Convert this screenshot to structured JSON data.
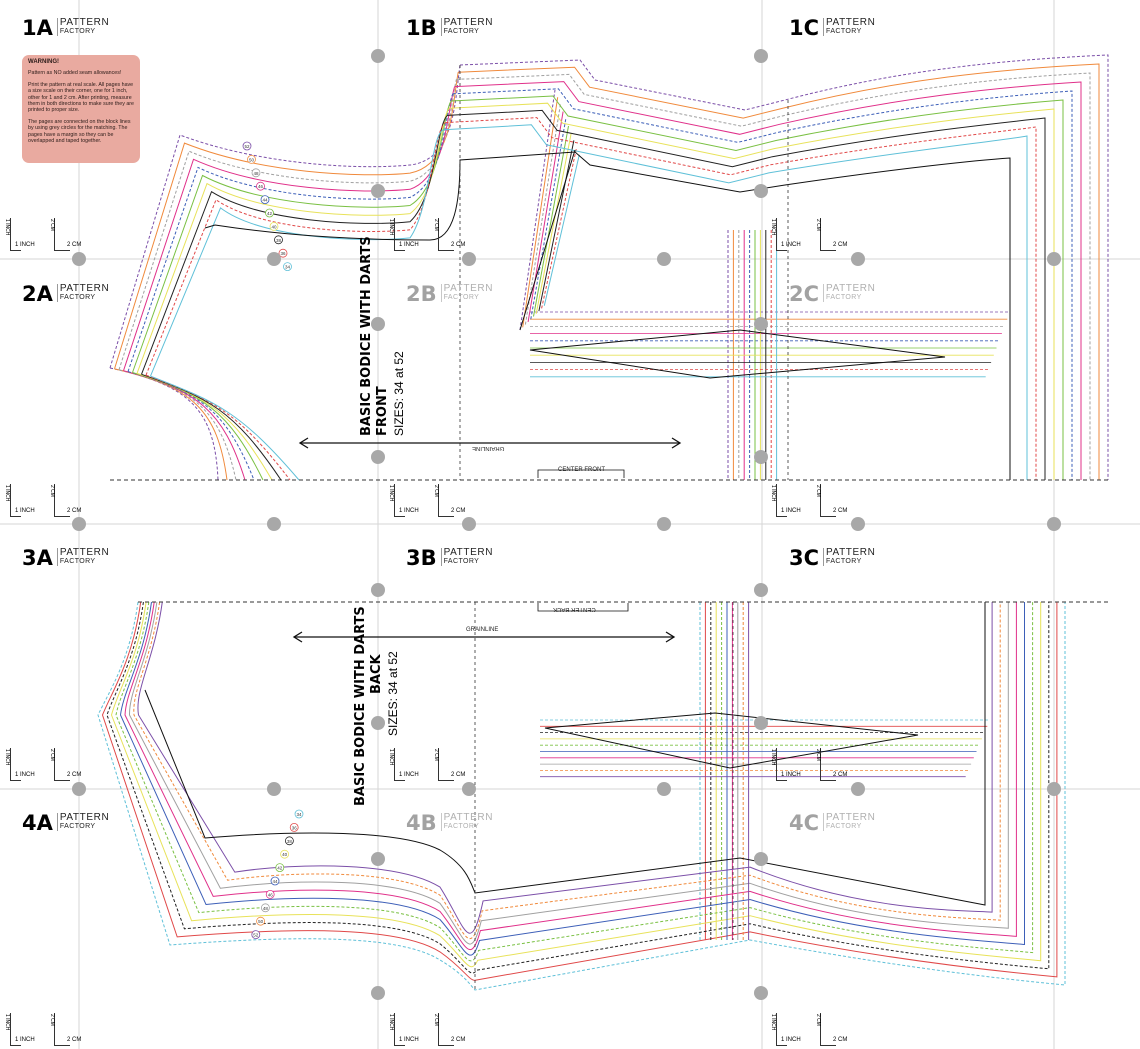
{
  "brand": {
    "top": "PATTERN",
    "bottom": "FACTORY"
  },
  "pages": [
    {
      "code": "1A",
      "faded": false
    },
    {
      "code": "1B",
      "faded": false
    },
    {
      "code": "1C",
      "faded": false
    },
    {
      "code": "2A",
      "faded": false
    },
    {
      "code": "2B",
      "faded": true
    },
    {
      "code": "2C",
      "faded": true
    },
    {
      "code": "3A",
      "faded": false
    },
    {
      "code": "3B",
      "faded": false
    },
    {
      "code": "3C",
      "faded": false
    },
    {
      "code": "4A",
      "faded": false
    },
    {
      "code": "4B",
      "faded": true
    },
    {
      "code": "4C",
      "faded": true
    }
  ],
  "warning": {
    "title": "WARNING!",
    "p1": "Pattern as NO added seam allowances!",
    "p2": "Print the pattern at real scale. All pages have a size scale on their corner, one for 1 inch, other for 1 and 2 cm. After printing, measure them in both directions to make sure they are printed to proper size.",
    "p3": "The pages are connected on the block lines by using grey circles for the matching. The pages have a margin so they can be overlapped and taped together."
  },
  "scale": {
    "inch": "1 INCH",
    "cm": "2 CM",
    "inch_vertical": "1 INCH",
    "cm_vertical": "2 CM"
  },
  "front": {
    "title": "BASIC BODICE WITH DARTS",
    "subtitle": "FRONT",
    "sizes": "SIZES: 34 at 52",
    "grainline": "GRAINLINE",
    "center": "CENTER FRONT"
  },
  "back": {
    "title": "BASIC BODICE WITH DARTS",
    "subtitle": "BACK",
    "sizes": "SIZES: 34 at 52",
    "grainline": "GRAINLINE",
    "center": "CENTER BACK"
  },
  "size_marks_front": [
    "52",
    "50",
    "48",
    "46",
    "44",
    "42",
    "40",
    "38",
    "36",
    "34"
  ],
  "size_marks_back": [
    "34",
    "36",
    "38",
    "40",
    "42",
    "44",
    "46",
    "48",
    "50",
    "52"
  ],
  "size_colors": [
    "#7b4fa8",
    "#f08a3c",
    "#a0a0a0",
    "#e0308a",
    "#3d5fb8",
    "#7ac043",
    "#e8e25a",
    "#222222",
    "#e04848",
    "#5fc0d8"
  ]
}
